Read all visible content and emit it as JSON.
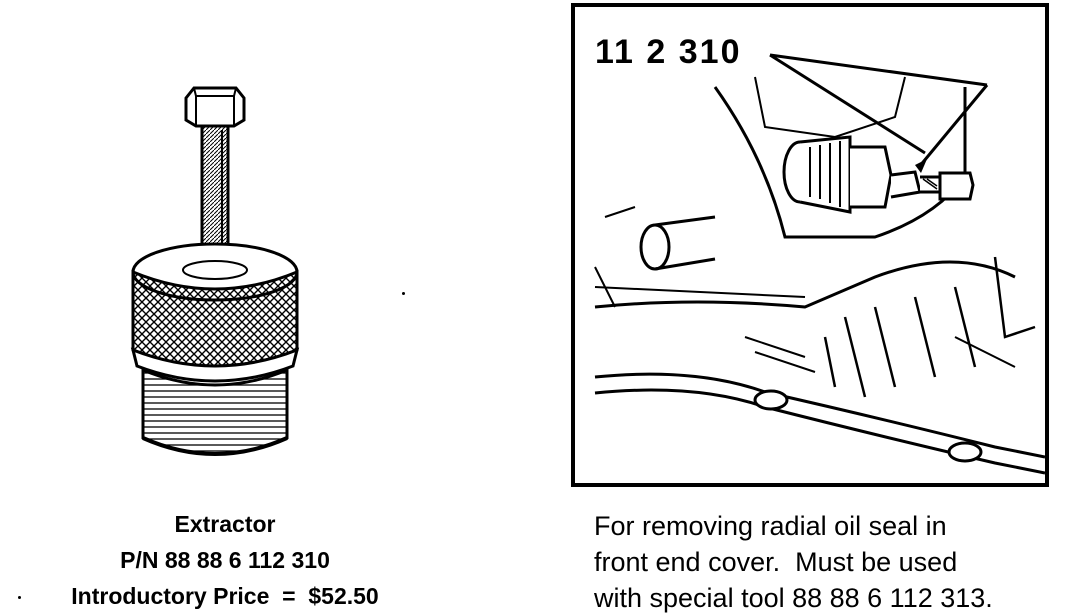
{
  "extractor": {
    "name": "Extractor",
    "part_number": "P/N 88 88 6 112 310",
    "price_line": "Introductory Price  =  $52.50"
  },
  "installation": {
    "callout_label": "11 2 310"
  },
  "description": {
    "line1": "For removing radial oil seal in",
    "line2": "front end cover.  Must be used",
    "line3": "with special tool 88 88 6 112 313."
  }
}
